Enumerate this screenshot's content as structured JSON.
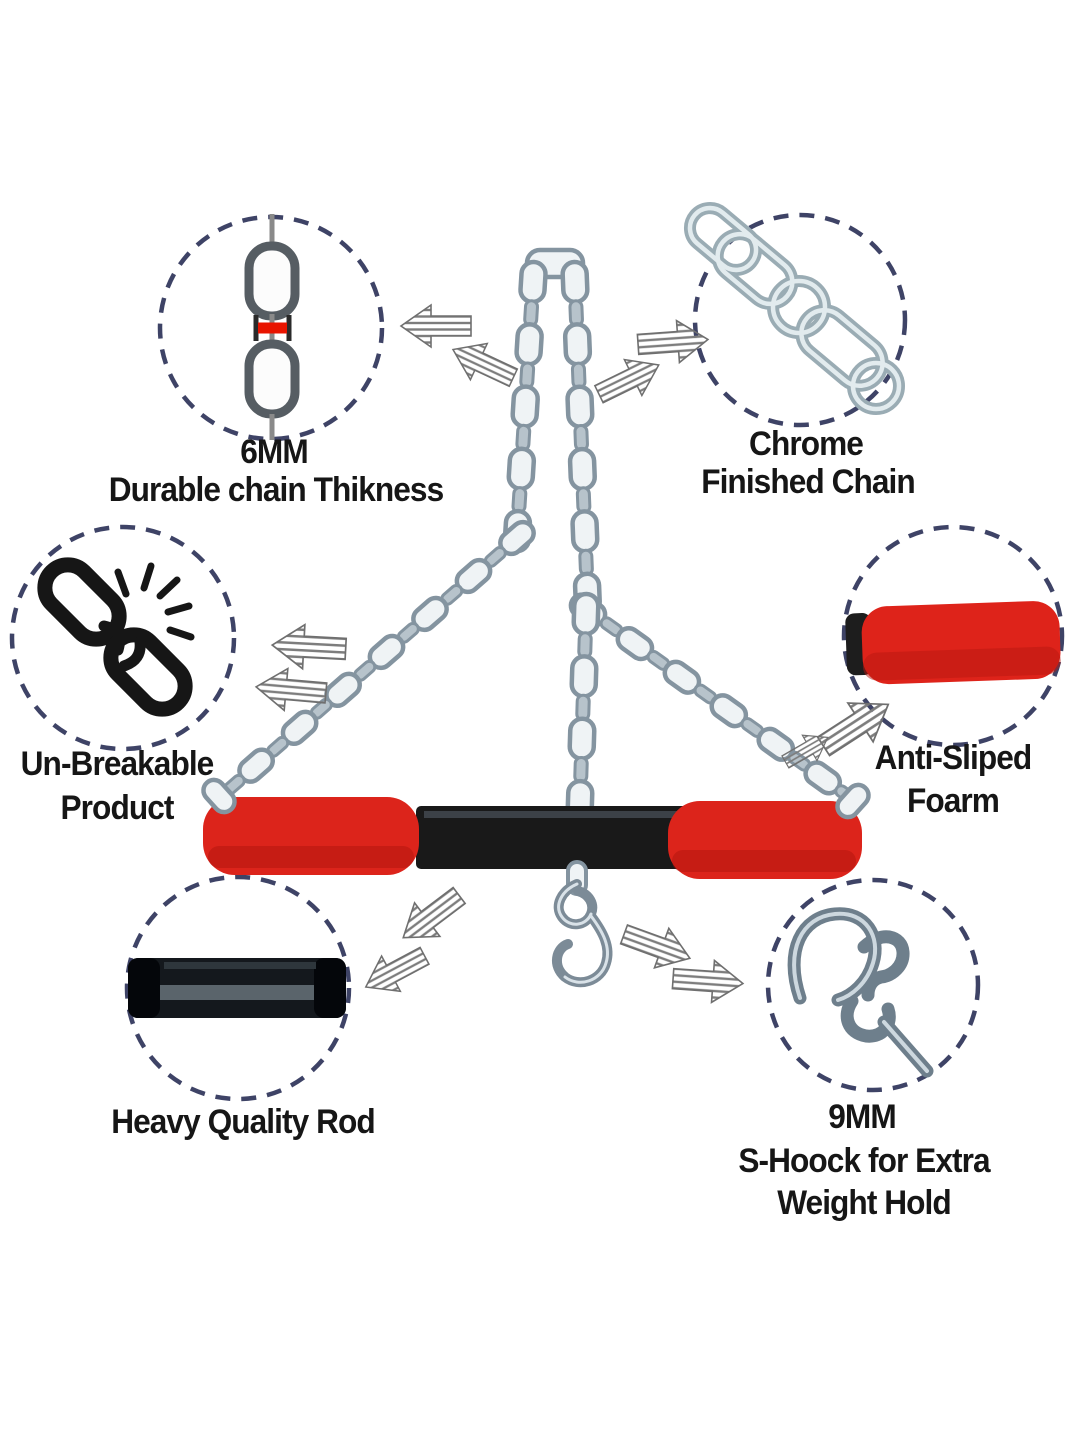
{
  "callouts": {
    "chain_thickness": {
      "icon": "measured-chain-link-icon",
      "lines": [
        "6MM",
        "Durable chain Thikness"
      ]
    },
    "chrome_chain": {
      "icon": "chrome-chain-icon",
      "lines": [
        "Chrome",
        "Finished Chain"
      ]
    },
    "unbreakable": {
      "icon": "broken-chain-icon",
      "lines": [
        "Un-Breakable",
        "Product"
      ]
    },
    "anti_slip_foam": {
      "icon": "red-foam-grip-icon",
      "lines": [
        "Anti-Sliped",
        "Foarm"
      ]
    },
    "heavy_rod": {
      "icon": "black-steel-rod-icon",
      "lines": [
        "Heavy Quality Rod"
      ]
    },
    "s_hook": {
      "icon": "s-hook-icon",
      "lines": [
        "9MM",
        "S-Hoock for Extra",
        "Weight Hold"
      ]
    }
  },
  "colors": {
    "background": "#ffffff",
    "callout_dash": "#3e4366",
    "text": "#161616",
    "grip_red": "#dc241b",
    "rod_black": "#17181a",
    "chain_silver": "#8494a0",
    "thickness_marker_red": "#e81400",
    "arrow_gray": "#7d7d7d"
  }
}
